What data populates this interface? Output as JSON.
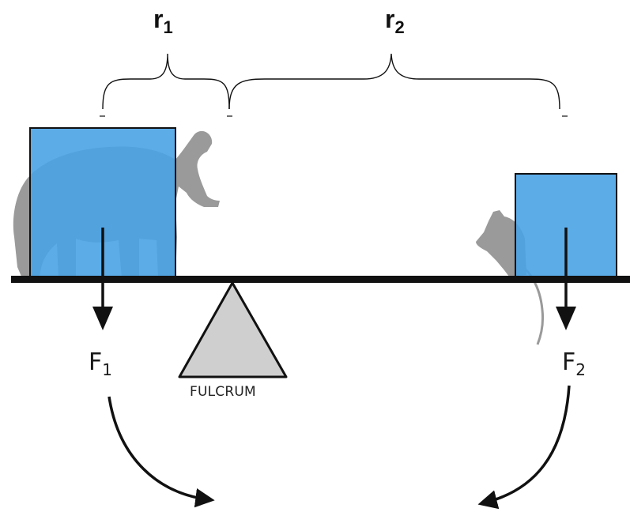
{
  "labels": {
    "r1": {
      "base": "r",
      "sub": "1"
    },
    "r2": {
      "base": "r",
      "sub": "2"
    },
    "f1": {
      "base": "F",
      "sub": "1"
    },
    "f2": {
      "base": "F",
      "sub": "2"
    },
    "fulcrum": "FULCRUM"
  },
  "icons": {
    "left_animal": "elephant-icon",
    "right_animal": "rat-icon"
  },
  "colors": {
    "box_fill": "#4aa3e6",
    "box_stroke": "#111111",
    "beam": "#111111",
    "fulcrum_fill": "#cfcfcf",
    "animal_silhouette": "#9a9a9a",
    "arrow": "#111111"
  }
}
